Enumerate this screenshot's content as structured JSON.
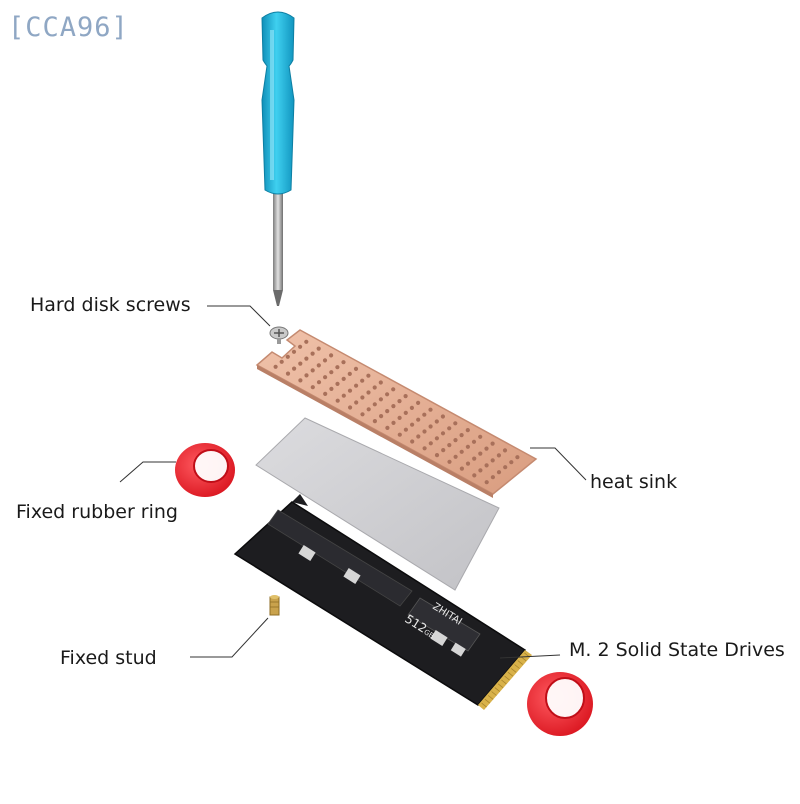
{
  "watermark": "[CCA96]",
  "labels": {
    "hard_disk_screws": "Hard disk screws",
    "heat_sink": "heat sink",
    "fixed_rubber_ring": "Fixed rubber ring",
    "fixed_stud": "Fixed stud",
    "m2_ssd": "M. 2 Solid State Drives"
  },
  "ssd_print": {
    "capacity": "512",
    "unit": "GB",
    "brand": "ZHITAI"
  },
  "colors": {
    "screwdriver_handle": "#1fb6d9",
    "copper": "#e8b49a",
    "thermal_pad": "#cfcfd2",
    "ssd_pcb": "#1c1c1e",
    "rubber_ring": "#f0202a",
    "gold_contacts": "#d9b24a"
  }
}
